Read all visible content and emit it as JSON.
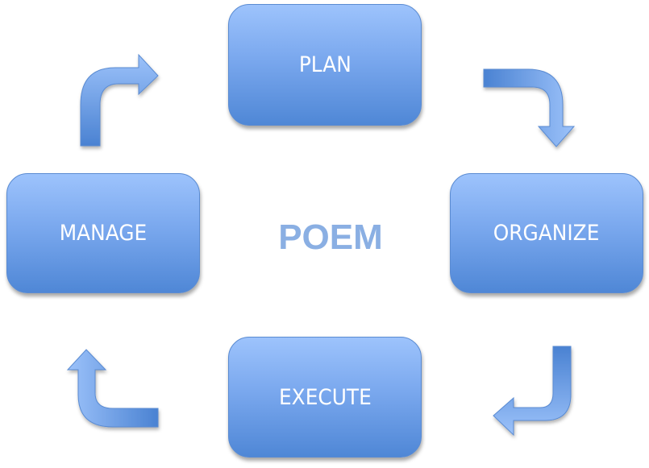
{
  "diagram": {
    "title": "POEM",
    "type": "cycle",
    "steps": [
      {
        "label": "PLAN"
      },
      {
        "label": "ORGANIZE"
      },
      {
        "label": "EXECUTE"
      },
      {
        "label": "MANAGE"
      }
    ],
    "flow": [
      "PLAN",
      "ORGANIZE",
      "EXECUTE",
      "MANAGE",
      "PLAN"
    ],
    "colors": {
      "box_top": "#9dc3fc",
      "box_bottom": "#4f87d6",
      "box_border": "#5a8bd2",
      "box_text": "#ffffff",
      "title_text": "#8aafe3"
    }
  }
}
